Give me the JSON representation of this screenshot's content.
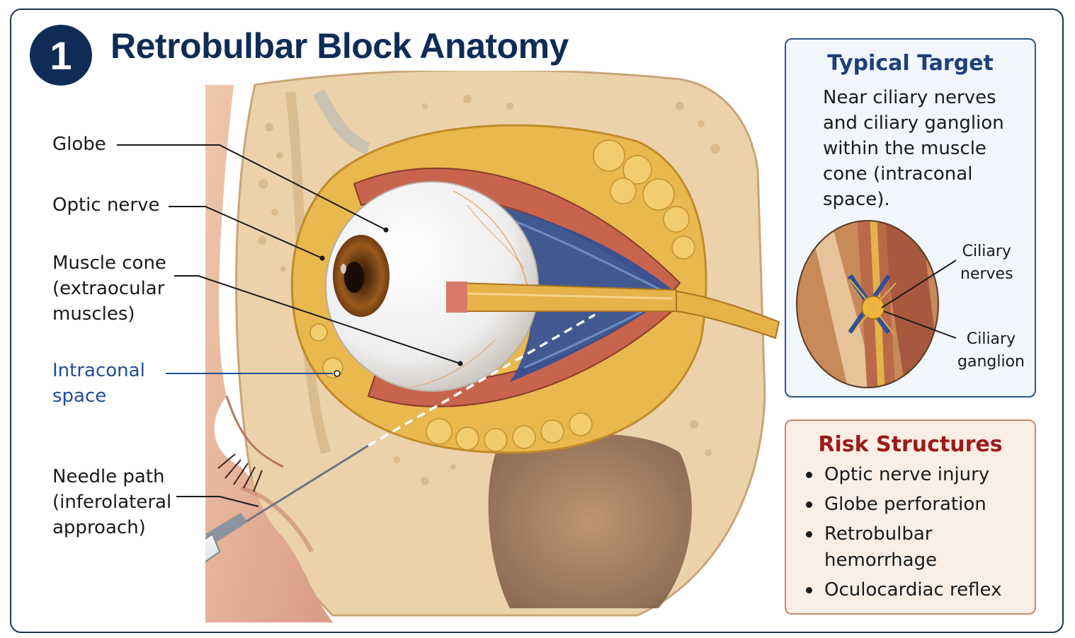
{
  "header": {
    "step_number": "1",
    "title": "Retrobulbar Block Anatomy"
  },
  "labels": {
    "globe": "Globe",
    "optic_nerve": "Optic nerve",
    "muscle_cone": [
      "Muscle cone",
      "(extraocular",
      "muscles)"
    ],
    "intraconal_space": [
      "Intraconal",
      "space"
    ],
    "needle_path": [
      "Needle path",
      "(inferolateral",
      "approach)"
    ]
  },
  "typical_target": {
    "heading": "Typical Target",
    "body": [
      "Near ciliary nerves",
      "and ciliary ganglion",
      "within the muscle",
      "cone (intraconal",
      "space)."
    ],
    "inset_labels": {
      "ciliary_nerves": [
        "Ciliary",
        "nerves"
      ],
      "ciliary_ganglion": [
        "Ciliary",
        "ganglion"
      ]
    }
  },
  "risk_structures": {
    "heading": "Risk Structures",
    "items": [
      "Optic nerve injury",
      "Globe perforation",
      "Retrobulbar hemorrhage",
      "Oculocardiac reflex"
    ],
    "item_lines": [
      [
        "Optic nerve injury"
      ],
      [
        "Globe perforation"
      ],
      [
        "Retrobulbar",
        "hemorrhage"
      ],
      [
        "Oculocardiac reflex"
      ]
    ]
  },
  "colors": {
    "heading_navy": "#0f2c57",
    "accent_blue": "#1f4e97",
    "risk_red": "#9b1b1b",
    "target_panel_bg": "#f2f6fd",
    "risk_panel_bg": "#fbeee5",
    "bone": "#ecd2ab",
    "muscle": "#c8644e",
    "nerve": "#e6b24a",
    "fat": "#e9b84e",
    "vessel_blue": "#2f4f98"
  }
}
